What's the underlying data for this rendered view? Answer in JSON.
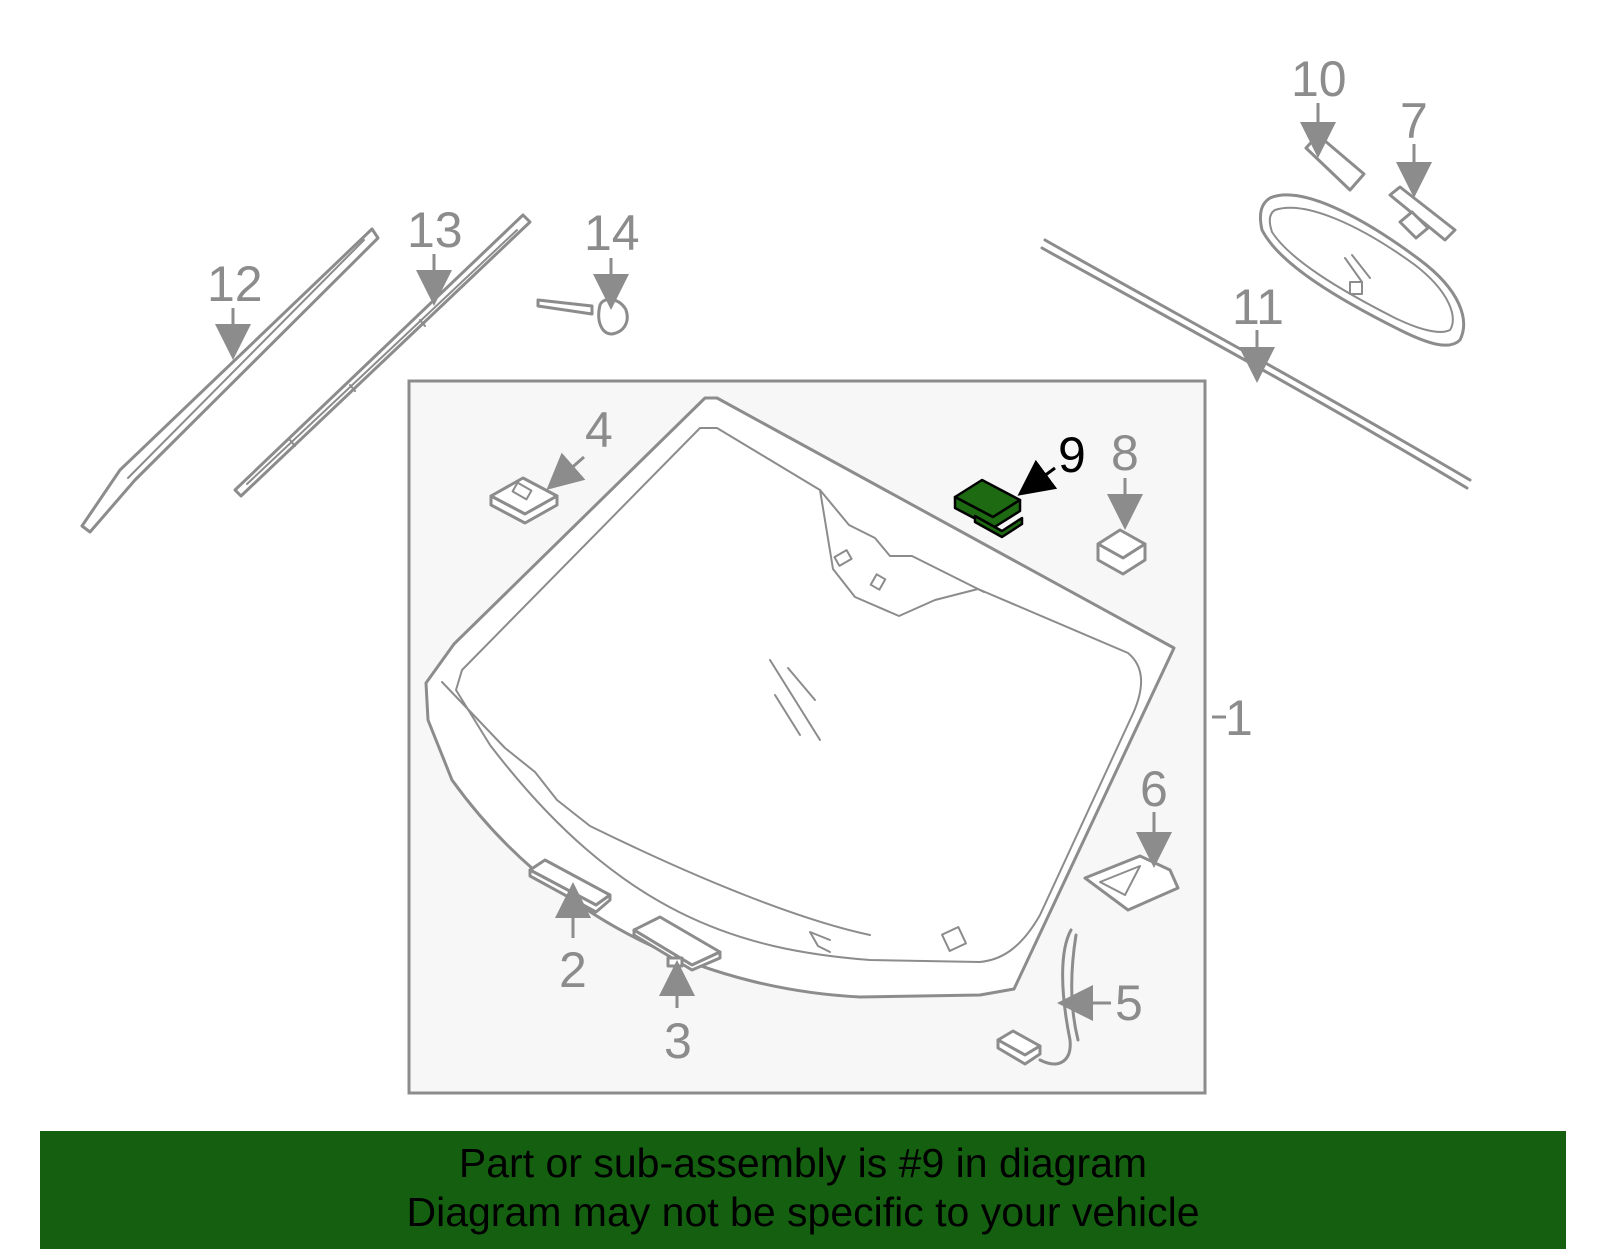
{
  "diagram": {
    "highlighted_part": "9",
    "highlight_color": "#1e6a12",
    "line_color": "#8c8c8c",
    "panel_fill": "#f7f7f7",
    "callouts": {
      "c1": "1",
      "c2": "2",
      "c3": "3",
      "c4": "4",
      "c5": "5",
      "c6": "6",
      "c7": "7",
      "c8": "8",
      "c9": "9",
      "c10": "10",
      "c11": "11",
      "c12": "12",
      "c13": "13",
      "c14": "14"
    }
  },
  "banner": {
    "background": "#146010",
    "line1": "Part or sub-assembly is #9 in diagram",
    "line2": "Diagram may not be specific to your vehicle"
  }
}
